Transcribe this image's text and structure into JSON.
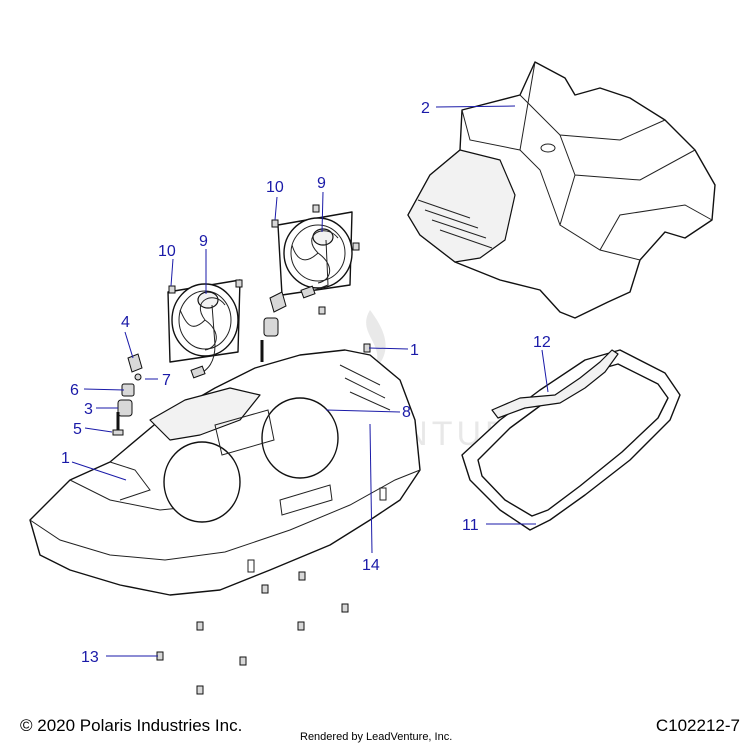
{
  "callouts": {
    "c1a": "1",
    "c1b": "1",
    "c2": "2",
    "c4": "4",
    "c3": "3",
    "c5": "5",
    "c6": "6",
    "c7": "7",
    "c8": "8",
    "c9a": "9",
    "c9b": "9",
    "c10a": "10",
    "c10b": "10",
    "c11": "11",
    "c12": "12",
    "c13": "13",
    "c14": "14"
  },
  "watermark": "LEADVENTURE",
  "footer": {
    "copyright": "© 2020 Polaris Industries Inc.",
    "rendered_by": "Rendered by LeadVenture, Inc.",
    "catalog_number": "C102212-7"
  },
  "colors": {
    "callout": "#1a1aa8",
    "line_art": "#111111"
  }
}
